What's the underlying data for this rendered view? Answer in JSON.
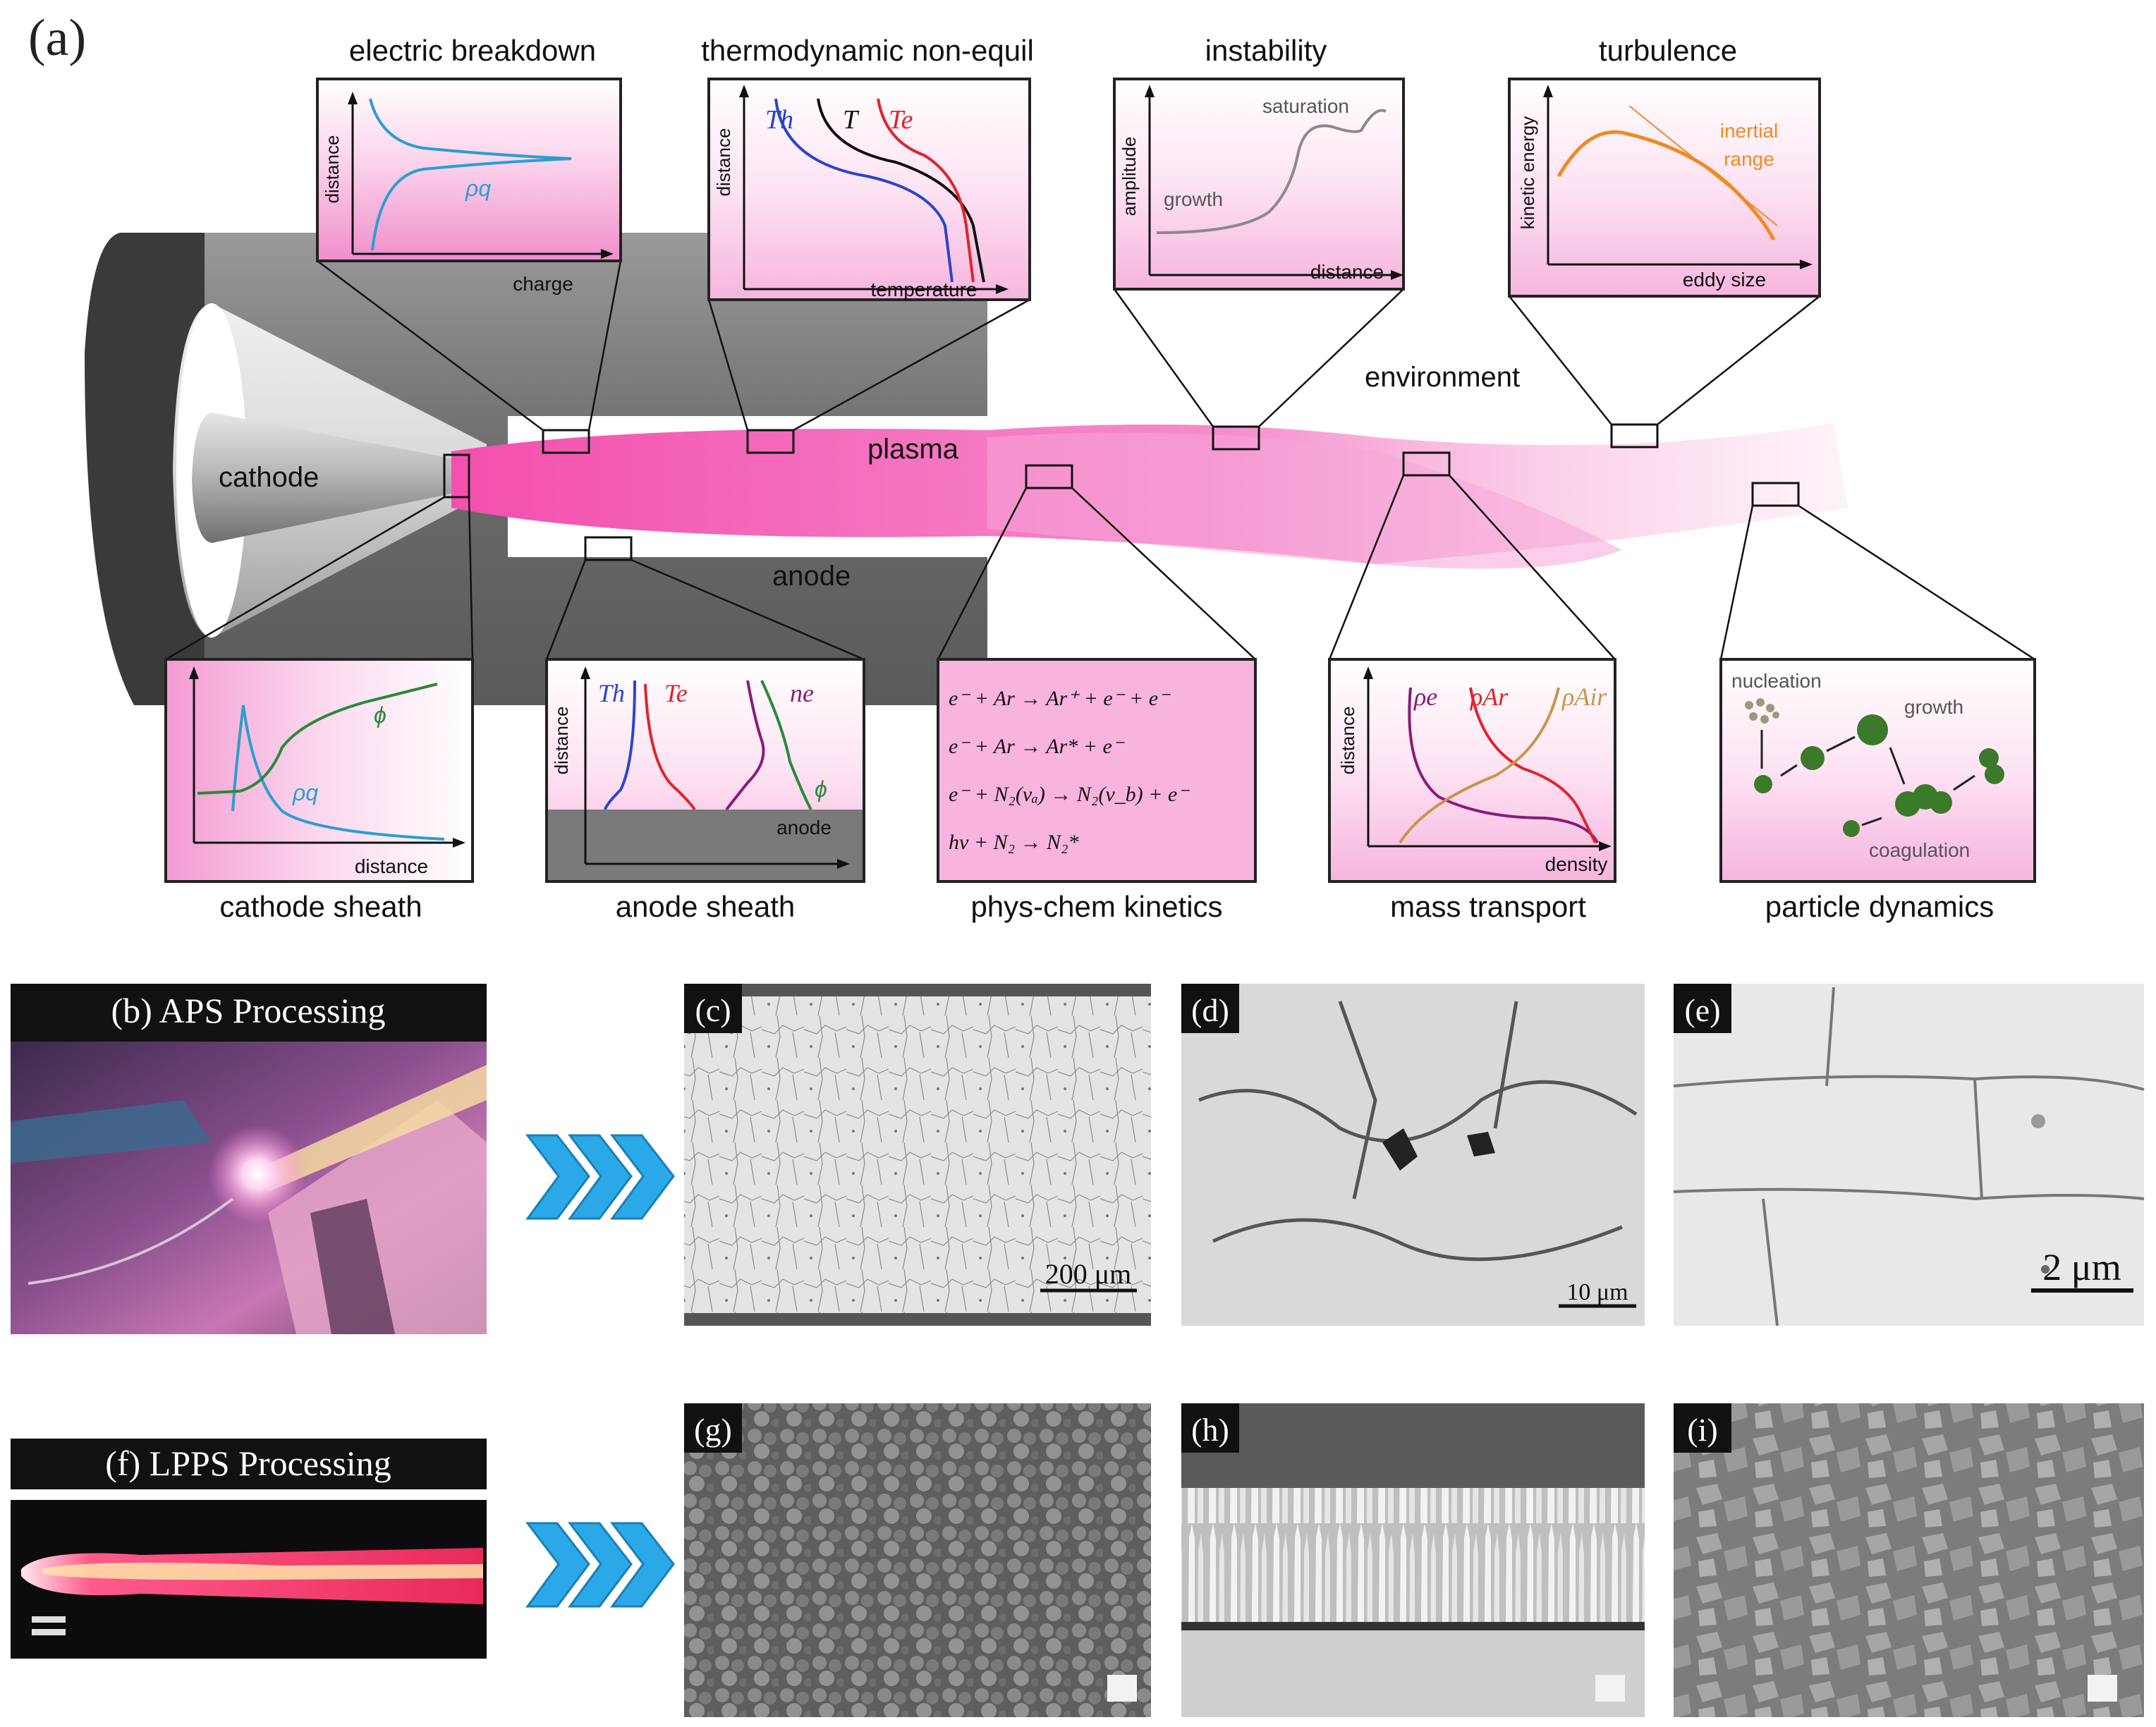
{
  "panel_a": {
    "label": "(a)",
    "regions": {
      "cathode": "cathode",
      "anode": "anode",
      "plasma": "plasma",
      "environment": "environment"
    },
    "insets": {
      "electric_breakdown": {
        "title": "electric breakdown",
        "ylabel": "distance",
        "xlabel": "charge",
        "curve": "ρq"
      },
      "thermo_nonequil": {
        "title": "thermodynamic non-equil",
        "ylabel": "distance",
        "xlabel": "temperature",
        "curves": [
          "Th",
          "T",
          "Te"
        ]
      },
      "instability": {
        "title": "instability",
        "ylabel": "amplitude",
        "xlabel": "distance",
        "labels": [
          "growth",
          "saturation"
        ]
      },
      "turbulence": {
        "title": "turbulence",
        "ylabel": "kinetic energy",
        "xlabel": "eddy size",
        "labels": [
          "inertial",
          "range"
        ]
      },
      "cathode_sheath": {
        "title": "cathode sheath",
        "xlabel": "distance",
        "curves": [
          "ρq",
          "ϕ"
        ]
      },
      "anode_sheath": {
        "title": "anode sheath",
        "ylabel": "distance",
        "wall": "anode",
        "curves": [
          "Th",
          "Te",
          "ne",
          "ϕ"
        ]
      },
      "kinetics": {
        "title": "phys-chem kinetics",
        "reactions": [
          "e⁻ + Ar → Ar⁺ + e⁻ + e⁻",
          "e⁻ + Ar → Ar* + e⁻",
          "e⁻ + N₂(vₐ) → N₂(v_b) + e⁻",
          "hν + N₂ → N₂*"
        ]
      },
      "mass_transport": {
        "title": "mass transport",
        "ylabel": "distance",
        "xlabel": "density",
        "curves": [
          "ρe",
          "ρAr",
          "ρAir"
        ]
      },
      "particle_dynamics": {
        "title": "particle dynamics",
        "labels": [
          "nucleation",
          "growth",
          "coagulation"
        ]
      }
    }
  },
  "panel_b": {
    "label": "(b) APS Processing"
  },
  "panel_f": {
    "label": "(f) LPPS Processing"
  },
  "micrographs": [
    {
      "label": "(c)",
      "scale": "200 μm"
    },
    {
      "label": "(d)",
      "scale": "10 μm"
    },
    {
      "label": "(e)",
      "scale": "2 μm"
    },
    {
      "label": "(g)"
    },
    {
      "label": "(h)"
    },
    {
      "label": "(i)"
    }
  ],
  "colors": {
    "plasma": "#f06bc0",
    "inset_pink": "#f7b6de",
    "electrode": "#6e6e6e",
    "arrow": "#2aa8e8"
  }
}
